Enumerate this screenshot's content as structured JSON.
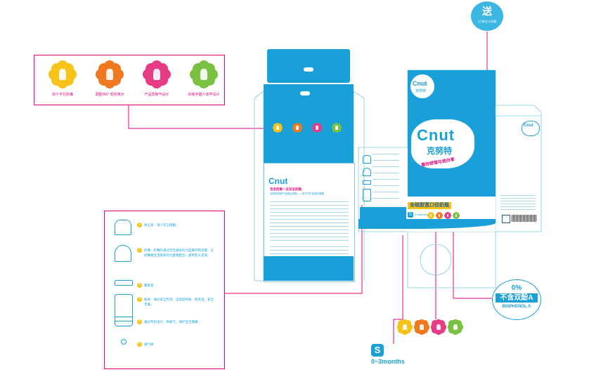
{
  "colors": {
    "magenta": "#e6007e",
    "blue": "#1aa0d8",
    "lightblue": "#7dcbeb",
    "yellow": "#f7c21a",
    "orange": "#f0781e",
    "pink": "#e73c85",
    "green": "#7ac142"
  },
  "brand": {
    "logo_latin": "Cnut",
    "logo_cn": "克努特",
    "logo_cn_small": "克努特"
  },
  "top_callout": {
    "items": [
      {
        "icon": "nipple-icon",
        "caption": "拟十字孔奶嘴",
        "color": "#f7c21a"
      },
      {
        "icon": "bottle-rotate-icon",
        "caption": "调整360° 轻松吸允",
        "color": "#f0781e"
      },
      {
        "icon": "product-bottle-icon",
        "caption": "产品防胀气设计",
        "color": "#e73c85"
      },
      {
        "icon": "handle-bottle-icon",
        "caption": "训练手握人体学设计",
        "color": "#7ac142"
      }
    ]
  },
  "box_front": {
    "badge_text": "全硅胶宽口径奶瓶",
    "slogan": "要你舒服与他分享",
    "top_strip": "全硅胶宽口径奶瓶",
    "age_label": "0-3months",
    "capacity": "120ml"
  },
  "box_back": {
    "headline": "宝宝的第一支安全奶瓶",
    "subline": "克努特母婴产品精益求精——努力守护宝宝的健康"
  },
  "gift_badge": {
    "big": "送",
    "small": "1只新生儿奶嘴"
  },
  "bpa_badge": {
    "percent": "0%",
    "cn": "不含双酚A",
    "en": "BISPHENOL A"
  },
  "age_badge": {
    "letter": "S",
    "text": "0~3months"
  },
  "left_callout": {
    "items": [
      {
        "icon": "cap-icon",
        "num": "1",
        "text": "防尘盖：减少灰尘接触。"
      },
      {
        "icon": "teat-icon",
        "num": "2",
        "text": "奶嘴：奶嘴孔通过宝宝吸吮的力度来控制流量，让奶嘴跟宝宝吸吮的力度相配合，避免乳头混淆。"
      },
      {
        "icon": "ring-icon",
        "num": "3",
        "text": "螺旋盖"
      },
      {
        "icon": "bottle-body-icon",
        "num": "4",
        "text": "瓶身：通过安全检测，全硅胶材质，耐高温，安全无毒。"
      },
      {
        "icon": "base-icon",
        "num": "5",
        "text": "通过专利设计，防胀气，保护宝宝健康。"
      },
      {
        "icon": "valve-icon",
        "num": "6",
        "text": "通气阀"
      }
    ]
  }
}
